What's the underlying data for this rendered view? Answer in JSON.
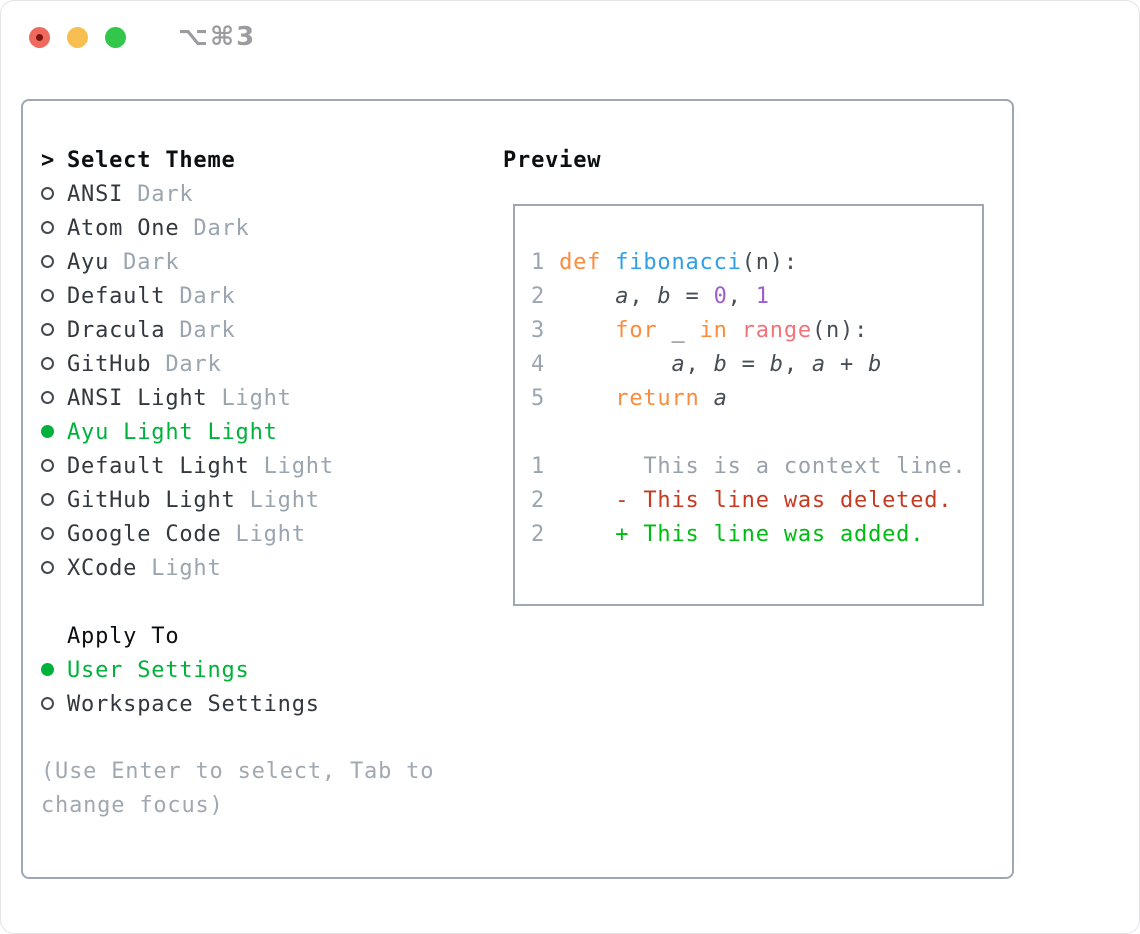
{
  "window": {
    "title": "⌥⌘3",
    "traffic_lights": [
      "close",
      "minimize",
      "zoom"
    ]
  },
  "colors": {
    "border": "#9ea7b3",
    "green": "#00b23c",
    "red": "#c73a22",
    "add": "#00bb11",
    "kw": "#fb8c3c",
    "fn": "#2e9fe8",
    "const": "#9d5ed1",
    "builtin": "#f2727b",
    "plain": "#474d54",
    "muted": "#9aa5b0",
    "ctx": "#99a1aa"
  },
  "theme_panel": {
    "header_prefix": ">",
    "header": "Select Theme",
    "items": [
      {
        "name": "ANSI",
        "tag": "Dark",
        "selected": false
      },
      {
        "name": "Atom One",
        "tag": "Dark",
        "selected": false
      },
      {
        "name": "Ayu",
        "tag": "Dark",
        "selected": false
      },
      {
        "name": "Default",
        "tag": "Dark",
        "selected": false
      },
      {
        "name": "Dracula",
        "tag": "Dark",
        "selected": false
      },
      {
        "name": "GitHub",
        "tag": "Dark",
        "selected": false
      },
      {
        "name": "ANSI Light",
        "tag": "Light",
        "selected": false
      },
      {
        "name": "Ayu Light",
        "tag": "Light",
        "selected": true
      },
      {
        "name": "Default Light",
        "tag": "Light",
        "selected": false
      },
      {
        "name": "GitHub Light",
        "tag": "Light",
        "selected": false
      },
      {
        "name": "Google Code",
        "tag": "Light",
        "selected": false
      },
      {
        "name": "XCode",
        "tag": "Light",
        "selected": false
      }
    ],
    "apply_to": {
      "header": "Apply To",
      "options": [
        {
          "name": "User Settings",
          "tag": "",
          "selected": true
        },
        {
          "name": "Workspace Settings",
          "tag": "",
          "selected": false
        }
      ]
    },
    "hint": "(Use Enter to select, Tab to change focus)"
  },
  "preview": {
    "header": "Preview",
    "lines": [
      {
        "num": "1",
        "tokens": [
          [
            " ",
            "plain"
          ],
          [
            "def",
            "kw"
          ],
          [
            " ",
            "plain"
          ],
          [
            "fibonacci",
            "fn"
          ],
          [
            "(n):",
            "plain"
          ]
        ]
      },
      {
        "num": "2",
        "tokens": [
          [
            "     ",
            "plain"
          ],
          [
            "a",
            "var"
          ],
          [
            ", ",
            "plain"
          ],
          [
            "b",
            "var"
          ],
          [
            " = ",
            "plain"
          ],
          [
            "0",
            "const"
          ],
          [
            ", ",
            "plain"
          ],
          [
            "1",
            "const"
          ]
        ]
      },
      {
        "num": "3",
        "tokens": [
          [
            "     ",
            "plain"
          ],
          [
            "for",
            "kw"
          ],
          [
            " _ ",
            "plain"
          ],
          [
            "in",
            "kw"
          ],
          [
            " ",
            "plain"
          ],
          [
            "range",
            "builtin"
          ],
          [
            "(n):",
            "plain"
          ]
        ]
      },
      {
        "num": "4",
        "tokens": [
          [
            "         ",
            "plain"
          ],
          [
            "a",
            "var"
          ],
          [
            ", ",
            "plain"
          ],
          [
            "b",
            "var"
          ],
          [
            " = ",
            "plain"
          ],
          [
            "b",
            "var"
          ],
          [
            ", ",
            "plain"
          ],
          [
            "a",
            "var"
          ],
          [
            " + ",
            "plain"
          ],
          [
            "b",
            "var"
          ]
        ]
      },
      {
        "num": "5",
        "tokens": [
          [
            "     ",
            "plain"
          ],
          [
            "return",
            "kw"
          ],
          [
            " ",
            "plain"
          ],
          [
            "a",
            "var"
          ]
        ]
      },
      {
        "blank": true
      },
      {
        "num": "1",
        "tokens": [
          [
            "       This is a context line.",
            "ctx"
          ]
        ]
      },
      {
        "num": "2",
        "tokens": [
          [
            "     - This line was deleted.",
            "del"
          ]
        ]
      },
      {
        "num": "2",
        "tokens": [
          [
            "     + This line was added.",
            "add"
          ]
        ]
      }
    ]
  }
}
